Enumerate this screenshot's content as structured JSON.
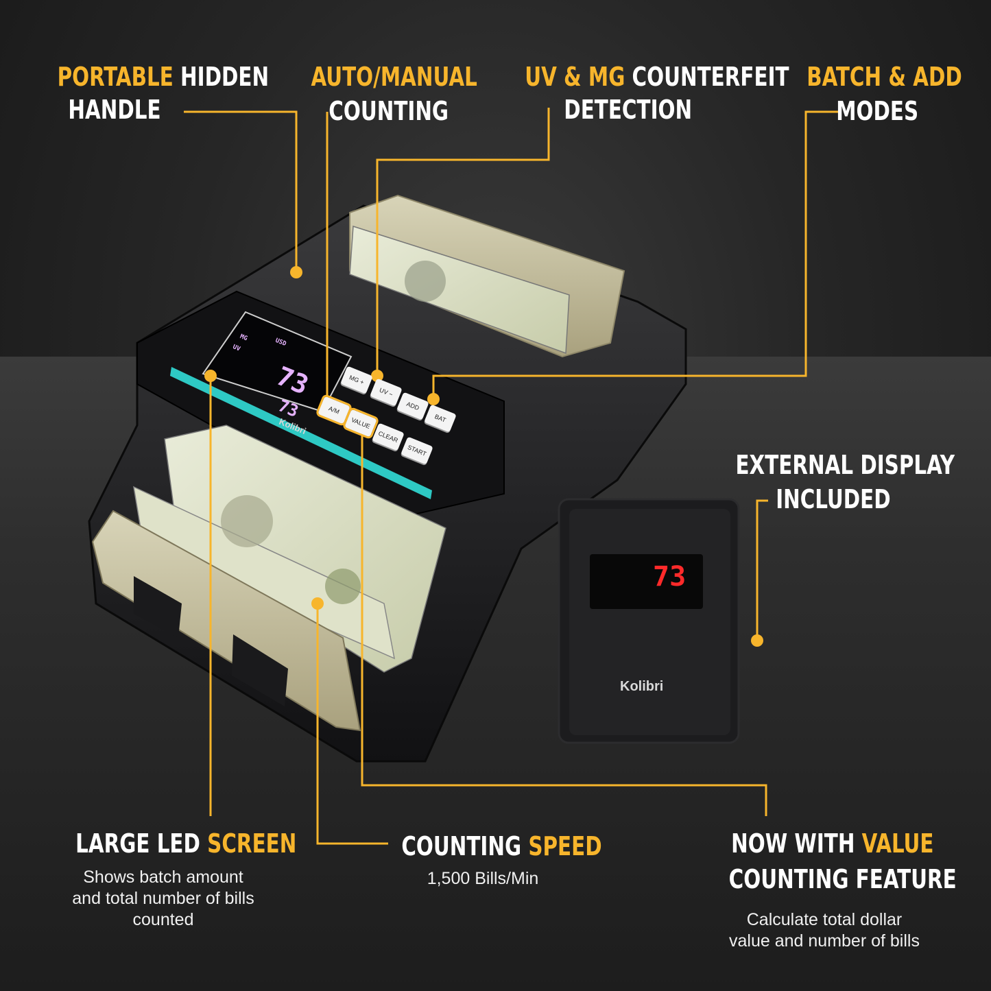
{
  "features": {
    "handle": {
      "accent": "PORTABLE",
      "line1_rest": "HIDDEN",
      "line2": "HANDLE"
    },
    "auto_manual": {
      "line1": "AUTO/MANUAL",
      "line2": "COUNTING"
    },
    "uv_mg": {
      "accent": "UV & MG",
      "line1_rest": "COUNTERFEIT",
      "line2": "DETECTION"
    },
    "batch_add": {
      "line1": "BATCH & ADD",
      "line2": "MODES"
    },
    "external_display": {
      "line1": "EXTERNAL DISPLAY",
      "line2": "INCLUDED"
    },
    "led_screen": {
      "title_prefix": "LARGE LED",
      "accent": "SCREEN",
      "desc_line1": "Shows batch amount",
      "desc_line2": "and total number of bills",
      "desc_line3": "counted"
    },
    "speed": {
      "title_prefix": "COUNTING",
      "accent": "SPEED",
      "desc": "1,500 Bills/Min"
    },
    "value": {
      "title_prefix": "NOW WITH",
      "accent": "VALUE",
      "line2": "COUNTING FEATURE",
      "desc_line1": "Calculate total dollar",
      "desc_line2": "value and number of bills"
    }
  },
  "machine": {
    "brand": "Kolibri",
    "screen_labels": {
      "mg": "MG",
      "uv": "UV",
      "usd": "USD"
    },
    "main_count": "73",
    "sub_count": "73",
    "buttons": {
      "mg": "MG +",
      "uv": "UV −",
      "add": "ADD",
      "bat": "BAT",
      "am": "A/M",
      "value": "VALUE",
      "clear": "CLEAR",
      "start": "START"
    }
  },
  "external_display": {
    "brand": "Kolibri",
    "count": "73"
  },
  "colors": {
    "accent": "#f7b52c",
    "cyan": "#2ec9c4",
    "led_red": "#ff2a2a",
    "led_purple": "#e6b3ff"
  }
}
